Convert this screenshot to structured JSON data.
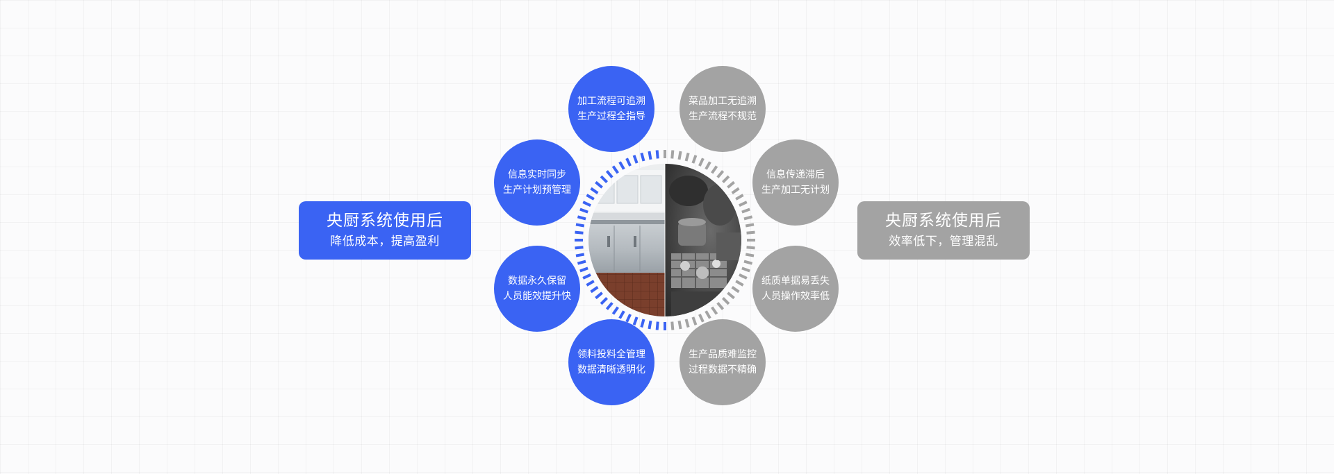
{
  "colors": {
    "after_blue": "#3a63f3",
    "before_gray": "#a3a3a3"
  },
  "after_card": {
    "title": "央厨系统使用后",
    "subtitle": "降低成本，提高盈利"
  },
  "before_card": {
    "title": "央厨系统使用后",
    "subtitle": "效率低下，管理混乱"
  },
  "after_benefits": [
    {
      "line1": "加工流程可追溯",
      "line2": "生产过程全指导"
    },
    {
      "line1": "信息实时同步",
      "line2": "生产计划预管理"
    },
    {
      "line1": "数据永久保留",
      "line2": "人员能效提升快"
    },
    {
      "line1": "领料投料全管理",
      "line2": "数据清晰透明化"
    }
  ],
  "before_problems": [
    {
      "line1": "菜品加工无追溯",
      "line2": "生产流程不规范"
    },
    {
      "line1": "信息传递滞后",
      "line2": "生产加工无计划"
    },
    {
      "line1": "纸质单据易丢失",
      "line2": "人员操作效率低"
    },
    {
      "line1": "生产品质难监控",
      "line2": "过程数据不精确"
    }
  ]
}
